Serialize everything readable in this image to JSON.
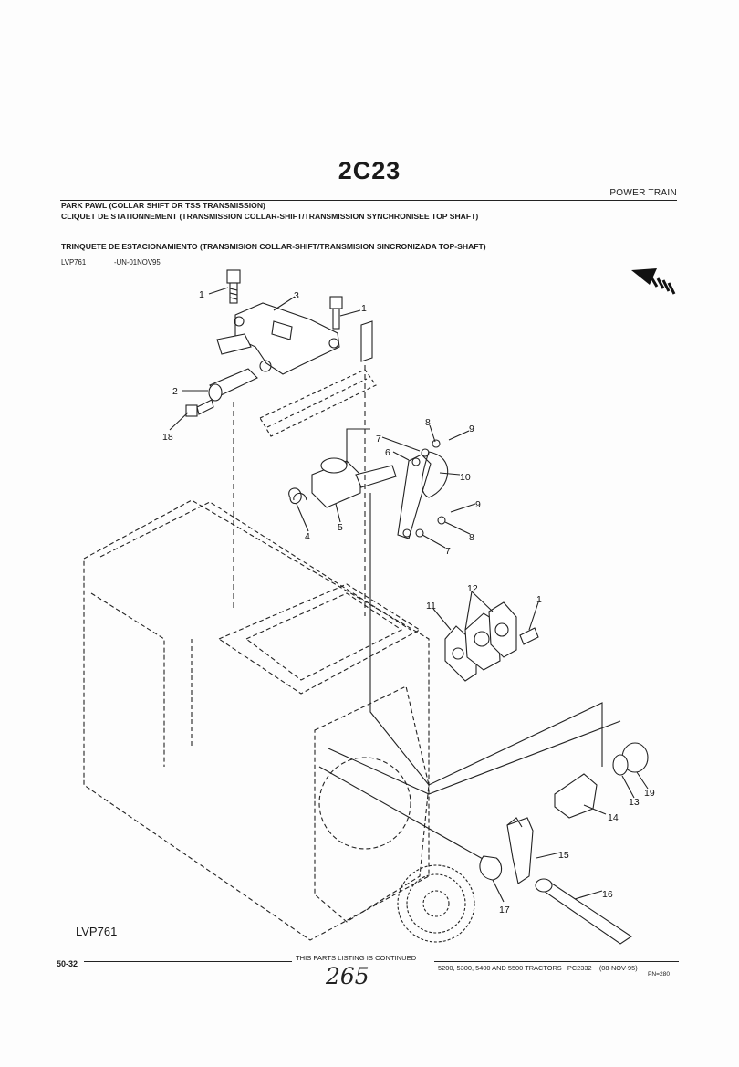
{
  "header": {
    "code": "2C23",
    "section": "POWER TRAIN",
    "title_en": "PARK PAWL (COLLAR SHIFT OR TSS TRANSMISSION)",
    "title_fr": "CLIQUET DE STATIONNEMENT (TRANSMISSION COLLAR-SHIFT/TRANSMISSION SYNCHRONISEE TOP SHAFT)",
    "title_es": "TRINQUETE DE ESTACIONAMIENTO (TRANSMISION COLLAR-SHIFT/TRANSMISION SINCRONIZADA TOP-SHAFT)",
    "illustration_ref": "LVP761",
    "ref_date": "-UN-01NOV95"
  },
  "diagram": {
    "callouts": [
      "1",
      "3",
      "1",
      "2",
      "18",
      "8",
      "9",
      "7",
      "6",
      "10",
      "9",
      "8",
      "7",
      "4",
      "5",
      "12",
      "11",
      "1",
      "19",
      "13",
      "14",
      "15",
      "16",
      "17"
    ],
    "label": "LVP761",
    "orientation_icon": "direction-arrow-icon"
  },
  "footer": {
    "page": "50-32",
    "continued": "THIS PARTS LISTING IS CONTINUED",
    "models": "5200, 5300, 5400 AND 5500 TRACTORS",
    "catalog": "PC2332",
    "date": "(08-NOV-95)",
    "pn": "PN=280",
    "handwritten": "265"
  }
}
